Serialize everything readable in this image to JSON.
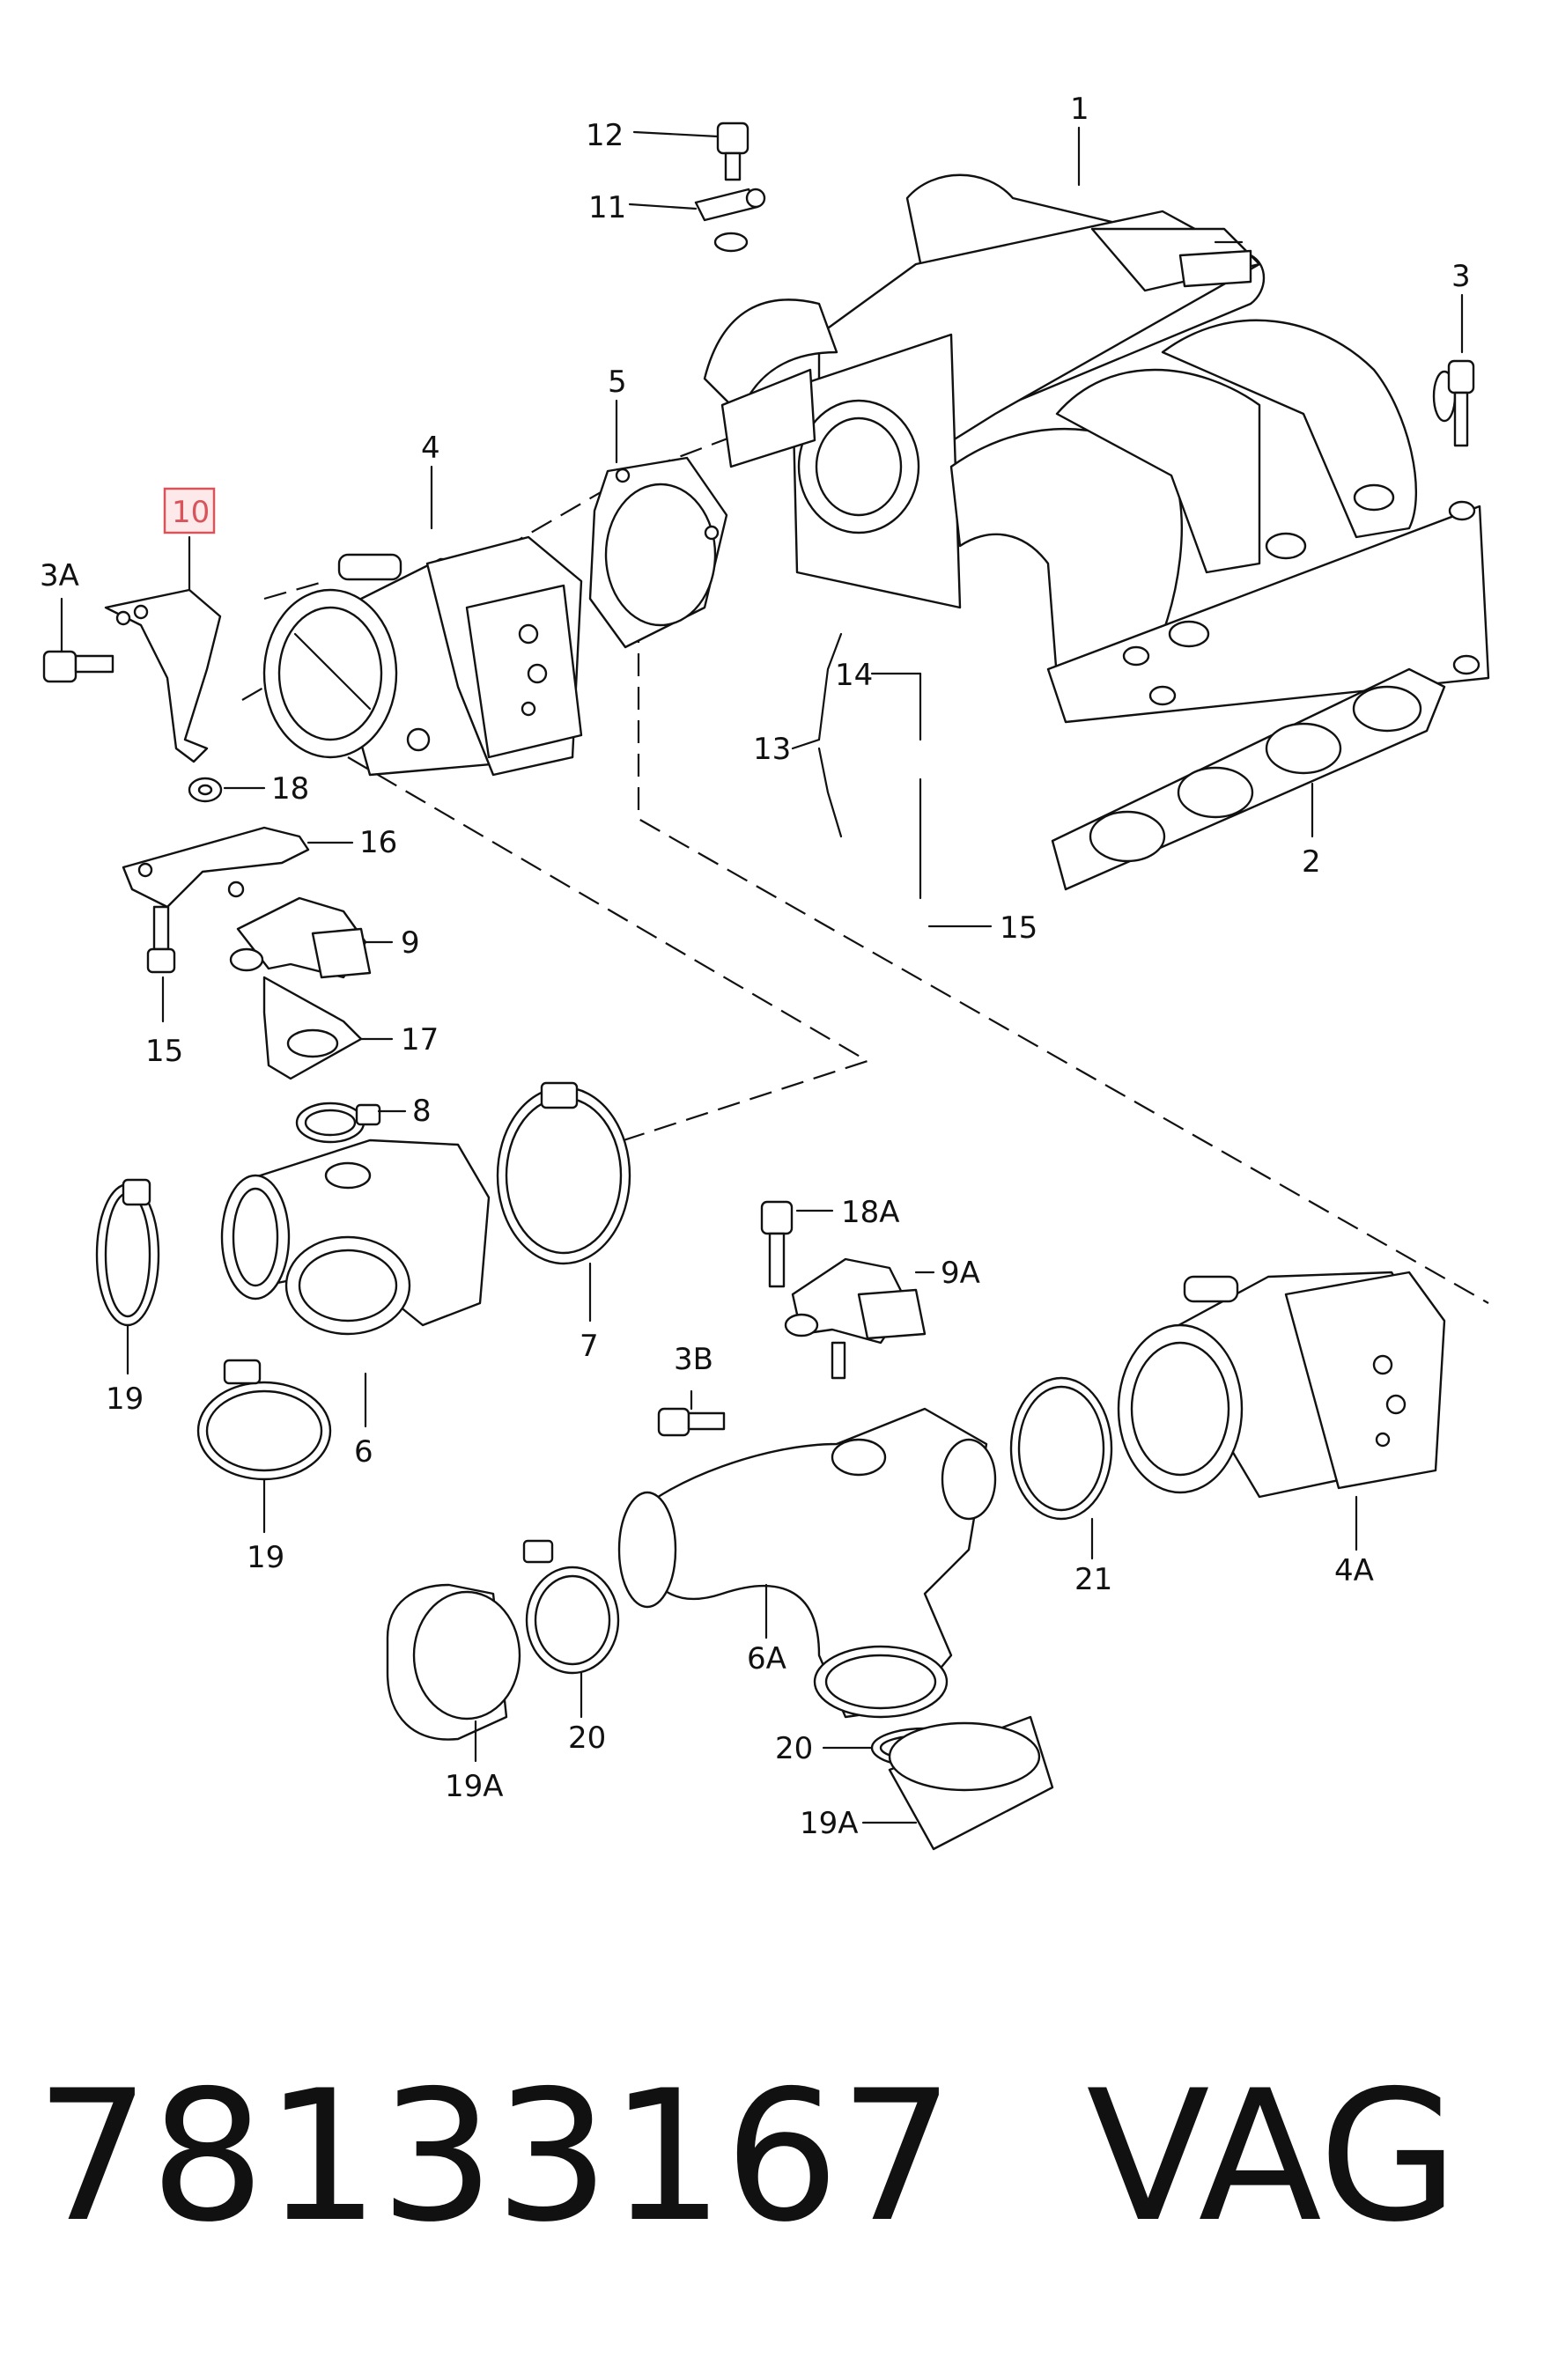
{
  "labels": {
    "l1": "1",
    "l2": "2",
    "l3": "3",
    "l3a": "3A",
    "l3b": "3B",
    "l4": "4",
    "l4a": "4A",
    "l5": "5",
    "l6": "6",
    "l6a": "6A",
    "l7": "7",
    "l8": "8",
    "l9": "9",
    "l9a": "9A",
    "l10": "10",
    "l11": "11",
    "l12": "12",
    "l13": "13",
    "l14": "14",
    "l15a": "15",
    "l15b": "15",
    "l16": "16",
    "l17": "17",
    "l18": "18",
    "l18a": "18A",
    "l19a": "19",
    "l19b": "19",
    "l19c": "19A",
    "l19d": "19A",
    "l20a": "20",
    "l20b": "20",
    "l21": "21"
  },
  "footer": {
    "part_number": "78133167",
    "brand": "VAG"
  },
  "colors": {
    "highlight": "#d9535b",
    "highlight_fill": "#fde9ea",
    "ink": "#111111"
  }
}
